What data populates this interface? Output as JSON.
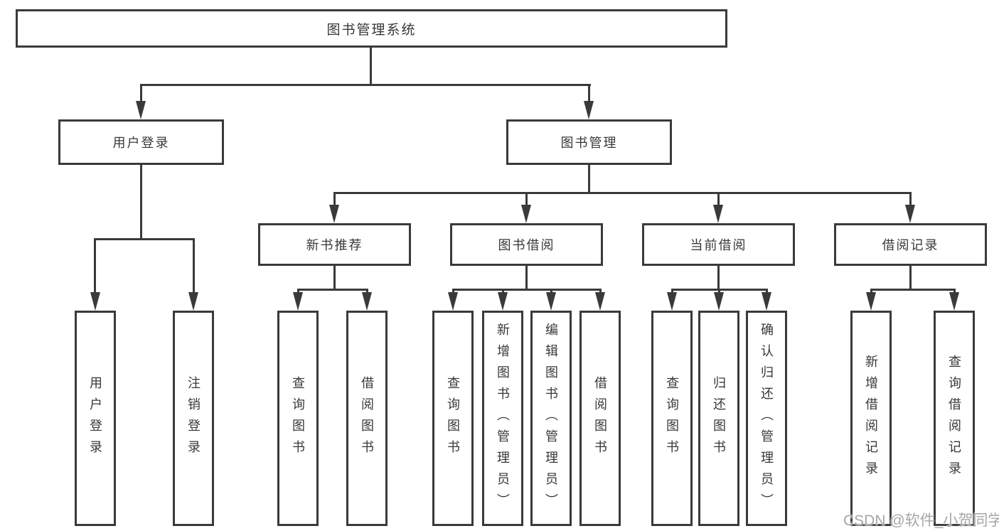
{
  "colors": {
    "line": "#3a3a3a",
    "text": "#383838",
    "background": "#ffffff",
    "watermark": "#a6a6a6"
  },
  "watermark": {
    "text": "CSDN @软件_小贺同学"
  },
  "tree": {
    "root": {
      "label": "图书管理系统"
    },
    "branches": [
      {
        "label": "用户登录",
        "children": [
          {
            "label": "用户登录"
          },
          {
            "label": "注销登录"
          }
        ]
      },
      {
        "label": "图书管理",
        "children": [
          {
            "label": "新书推荐",
            "children": [
              {
                "label": "查询图书"
              },
              {
                "label": "借阅图书"
              }
            ]
          },
          {
            "label": "图书借阅",
            "children": [
              {
                "label": "查询图书"
              },
              {
                "label": "新增图书（管理员）"
              },
              {
                "label": "编辑图书（管理员）"
              },
              {
                "label": "借阅图书"
              }
            ]
          },
          {
            "label": "当前借阅",
            "children": [
              {
                "label": "查询图书"
              },
              {
                "label": "归还图书"
              },
              {
                "label": "确认归还（管理员）"
              }
            ]
          },
          {
            "label": "借阅记录",
            "children": [
              {
                "label": "新增借阅记录"
              },
              {
                "label": "查询借阅记录"
              }
            ]
          }
        ]
      }
    ]
  }
}
